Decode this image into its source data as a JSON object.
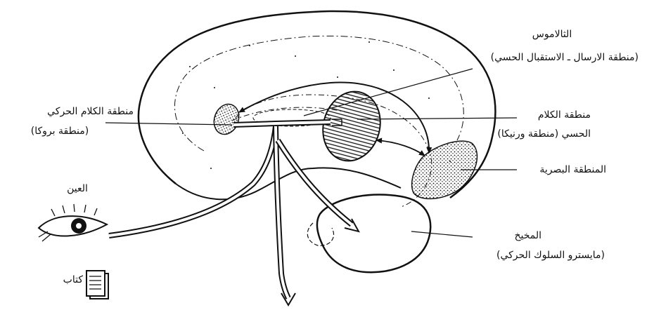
{
  "labels": {
    "thalamus_title": "الثالاموس",
    "thalamus_sub": "(منطقة الارسال ـ الاستقبال الحسي)",
    "broca_title": "منطقة الكلام الحركي",
    "broca_sub": "(منطقة بروكا)",
    "wernicke_title": "منطقة الكلام",
    "wernicke_sub": "الحسي (منطقة ورنيكا)",
    "visual_area": "المنطقة البصرية",
    "eye": "العين",
    "cerebellum_title": "المخيخ",
    "cerebellum_sub": "(مايسترو السلوك الحركي)",
    "book": "كتاب"
  },
  "colors": {
    "ink": "#111111",
    "background": "#ffffff"
  },
  "icons": {
    "eye": "eye-icon",
    "book": "book-icon"
  }
}
